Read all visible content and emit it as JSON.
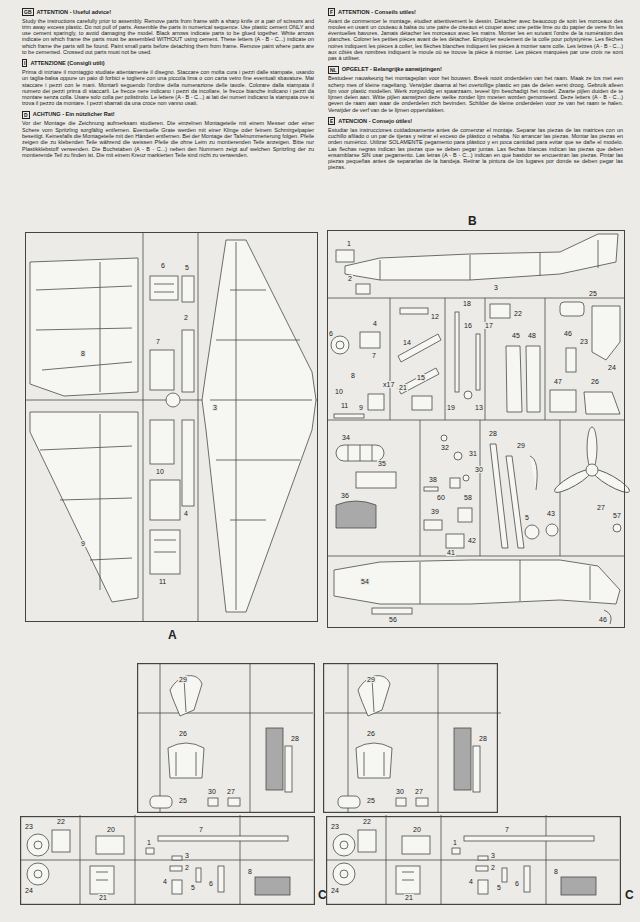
{
  "diagram": {
    "nodes": [
      {
        "text": [
          "GB"
        ]
      },
      {
        "text": [
          "I"
        ]
      },
      {
        "text": [
          "D"
        ]
      },
      {
        "text": [
          "F"
        ]
      },
      {
        "text": [
          "NL"
        ]
      },
      {
        "text": [
          "E"
        ]
      },
      {
        "text": [
          "A"
        ]
      },
      {
        "text": [
          "B"
        ]
      },
      {
        "text": [
          "C"
        ]
      },
      {
        "text": [
          "C"
        ]
      }
    ],
    "labels": [
      "ATTENTION - Useful advice!",
      "Study the instructions carefully prior to assembly. Remove parts from frame with a sharp knife or a pair of scissors and trim away excess plastic. Do not pull of parts. Assemble the parts in numerical sequence. Use plastic cement ONLY and use cement sparingly, to avoid damaging the model. Black arrows indicate parts to be glued together. White arrows indicate on which frame the parts must be assembled WITHOUT using cement. These letters (A - B - C...) indicate on which frame the parts will be found. Paint small parts before detaching them from frame. Remove paint where parts are to be cemented. Crossed out parts must not be used.",
      "ATTENZIONE (Consigli utili)",
      "Prima di iniziare il montaggio studiate attentamente il disegno. Staccare con molta cura i pezzi dalle stampate, usando un taglia-balsa oppure un paio di forbici e togliere con una piccola lima o con carta vetro fine eventuali sbavature. Mai staccare i pezzi con le mani. Montarli seguendo l'ordine della numerazione delle tavole. Colorare dalla stampata il numero dei pezzi prima di staccarli. Le frecce nere indicano i pezzi da incollare, le frecce bianche indicano i pezzi da montare senza colla. Usare solo colla per polistirolo. Le lettere (A - B - C...) ai lati dei numeri indicano la stampata ove si trova il pezzo da montare. I pezzi sbarrati da una croce non vanno usati.",
      "ACHTUNG - Ein nützlicher Rat!",
      "Vor der Montage die Zeichnung aufmerksam studieren. Die einzelnen Montageteile mit einem Messer oder einer Schere vom Spritzling sorgfältig entfernen. Eventuelle Grate werden mit einer Klinge oder feinem Schmirgelpapier beseitigt. Keinesfalls die Montageteile mit den Händen entfernen. Bei der Montage der Tafelnummerierung folgen. Pfeile zeigen die zu klebenden Teile während die weissen Pfeile die ohne Leim zu montierenden Teile anzeigen. Bitte nur Plastikklebstoff verwenden. Die Buchstaben (A - B - C...) neben den Nummern zeigt auf welchen Spritzling der zu montierende Teil zu finden ist. Die mit einem Kreuz markierten Teile sind nicht zu verwenden.",
      "ATTENTION - Conseils utiles!",
      "Avant de commencer le montage, étudiez attentivement le dessin. Détacher avec beaucoup de soin les morceaux des moules en usant un couteau à balsa ou une paire de ciseaux et couper avec une petite lime ou du papier de verre fin les éventuelles bavures. Jamais détacher les morceaux avec les mains. Monter les en suivant l'ordre de la numération des planches. Colorer les petites pièces avant de les détacher. Employer seulement de la colle pour polystyrène. Les flèches noires indiquent les pièces à coller, les flèches blanches indiquent les pièces à monter sans colle. Les lettres (A - B - C...) aux côtés des nombres indiquent le moule où se trouve la pièce à monter. Les pièces marquées par une croix ne sont pas à utiliser.",
      "OPGELET - Belangrijke aanwijzingen!",
      "Bestudeer nauwkeurig het montageplan voor het bouwen. Breek nooit onderdelen van het raam. Maak ze los met een scherp mes of kleine nageltang. Verwijder daarna al het overtollige plastic en pas de delen eerst droog. Gebruik alleen lijm voor plastic modellen. Werk zorgvuldig en spaarzaam, teveel lijm beschadigt het model. Zwarte pijlen duiden de te lijmen delen aan. Witte pijlen aanwijzen deze welke zonder lijm moeten worden gemonteerd. Deze letters (A - B - C...) geven de raam aan waar de onderdelen zich bevinden. Schilder de kleine onderdelen voor ze van het raam te halen. Verwijder de verf van de te lijmen oppervlakken.",
      "ATENCION - Consejo útiles!",
      "Estudiar las instrucciones cuidadosamente antes de comenzar el montaje. Separar las piezas de las matrices con un cuchillo afilado o un par de tijeras y retirar el exceso de plástico o rebaba. No arrancar las piezas. Montar las piezas en orden numérico. Utilizar SOLAMENTE pegamento para plástico y en poca cantidad para evitar que se dañe el modelo. Las flechas negras indican las piezas que se deben pegar juntas. Las flechas blancas indican las piezas que deben ensamblarse SIN usar pegamento. Las letras (A - B - C...) indican en qué bastidor se encuentran las piezas. Pintar las piezas pequeñas antes de separarlas de la bandeja. Retirar la pintura de los lugares por donde se deben pegar las piezas.",
      "6",
      "5",
      "2",
      "7",
      "8",
      "3",
      "10",
      "4",
      "9",
      "11",
      "1",
      "2",
      "3",
      "4",
      "12",
      "16",
      "22",
      "25",
      "6",
      "7",
      "14",
      "18",
      "45",
      "48",
      "46",
      "23",
      "24",
      "8",
      "15",
      "17",
      "x17",
      "47",
      "26",
      "10",
      "11",
      "9",
      "21",
      "19",
      "13",
      "34",
      "32",
      "31",
      "35",
      "30",
      "28",
      "29",
      "38",
      "60",
      "58",
      "36",
      "39",
      "42",
      "41",
      "5",
      "43",
      "27",
      "57",
      "54",
      "56",
      "46",
      "29",
      "26",
      "28",
      "25",
      "30",
      "27",
      "23",
      "22",
      "20",
      "21",
      "24",
      "7",
      "1",
      "3",
      "2",
      "4",
      "5",
      "6",
      "8",
      "29",
      "26",
      "28",
      "25",
      "30",
      "27",
      "23",
      "22",
      "20",
      "21",
      "24",
      "7",
      "1",
      "3",
      "2",
      "4",
      "5",
      "6",
      "8"
    ]
  }
}
